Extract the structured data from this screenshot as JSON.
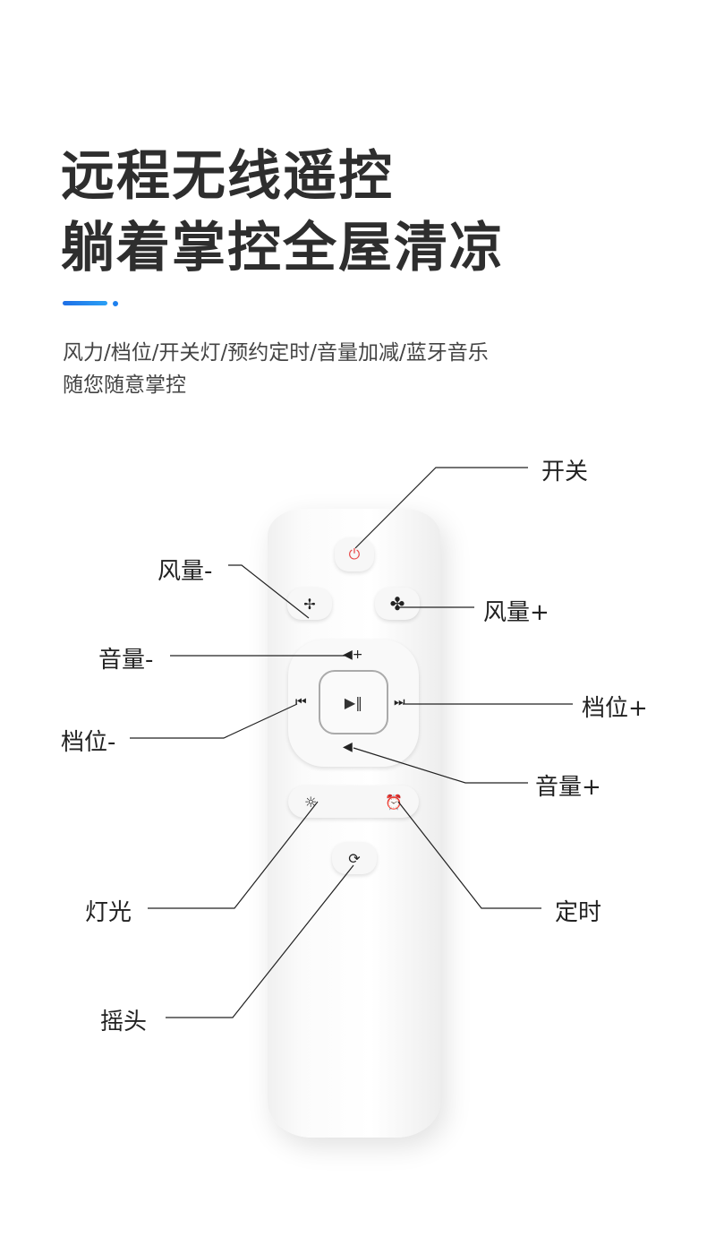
{
  "heading": {
    "line1": "远程无线遥控",
    "line2": "躺着掌控全屋清凉"
  },
  "subtitle": {
    "line1": "风力/档位/开关灯/预约定时/音量加减/蓝牙音乐",
    "line2": "随您随意掌控"
  },
  "accent": "#1e80ee",
  "labels": {
    "power": "开关",
    "fan_down": "风量-",
    "fan_up": "风量+",
    "vol_down": "音量-",
    "gear_up": "档位+",
    "gear_down": "档位-",
    "vol_up": "音量+",
    "light": "灯光",
    "timer": "定时",
    "swing": "摇头"
  }
}
